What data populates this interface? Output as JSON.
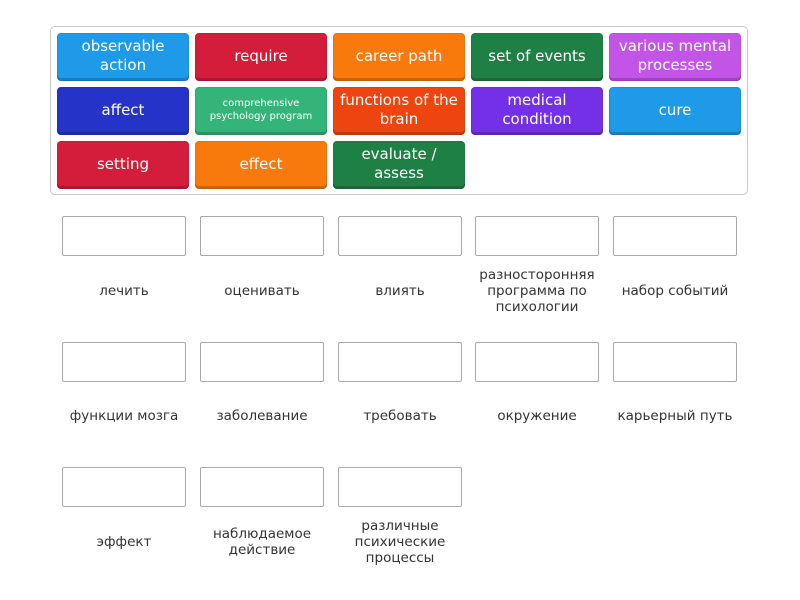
{
  "tiles": [
    {
      "text": "observable action",
      "color": "#1e9ae8"
    },
    {
      "text": "require",
      "color": "#d31d3a"
    },
    {
      "text": "career path",
      "color": "#f97a0c"
    },
    {
      "text": "set of events",
      "color": "#1f8046"
    },
    {
      "text": "various mental processes",
      "color": "#c354e8"
    },
    {
      "text": "affect",
      "color": "#2533c9"
    },
    {
      "text": "comprehensive psychology program",
      "color": "#33b57a"
    },
    {
      "text": "functions of the brain",
      "color": "#ee4510"
    },
    {
      "text": "medical condition",
      "color": "#7330e6"
    },
    {
      "text": "cure",
      "color": "#1e9ae8"
    },
    {
      "text": "setting",
      "color": "#d31d3a"
    },
    {
      "text": "effect",
      "color": "#f97a0c"
    },
    {
      "text": "evaluate / assess",
      "color": "#1f8046"
    }
  ],
  "targets": [
    {
      "label": "лечить"
    },
    {
      "label": "оценивать"
    },
    {
      "label": "влиять"
    },
    {
      "label": "разносторонняя программа по психологии"
    },
    {
      "label": "набор событий"
    },
    {
      "label": "функции мозга"
    },
    {
      "label": "заболевание"
    },
    {
      "label": "требовать"
    },
    {
      "label": "окружение"
    },
    {
      "label": "карьерный путь"
    },
    {
      "label": "эффект"
    },
    {
      "label": "наблюдаемое действие"
    },
    {
      "label": "различные психические процессы"
    }
  ]
}
